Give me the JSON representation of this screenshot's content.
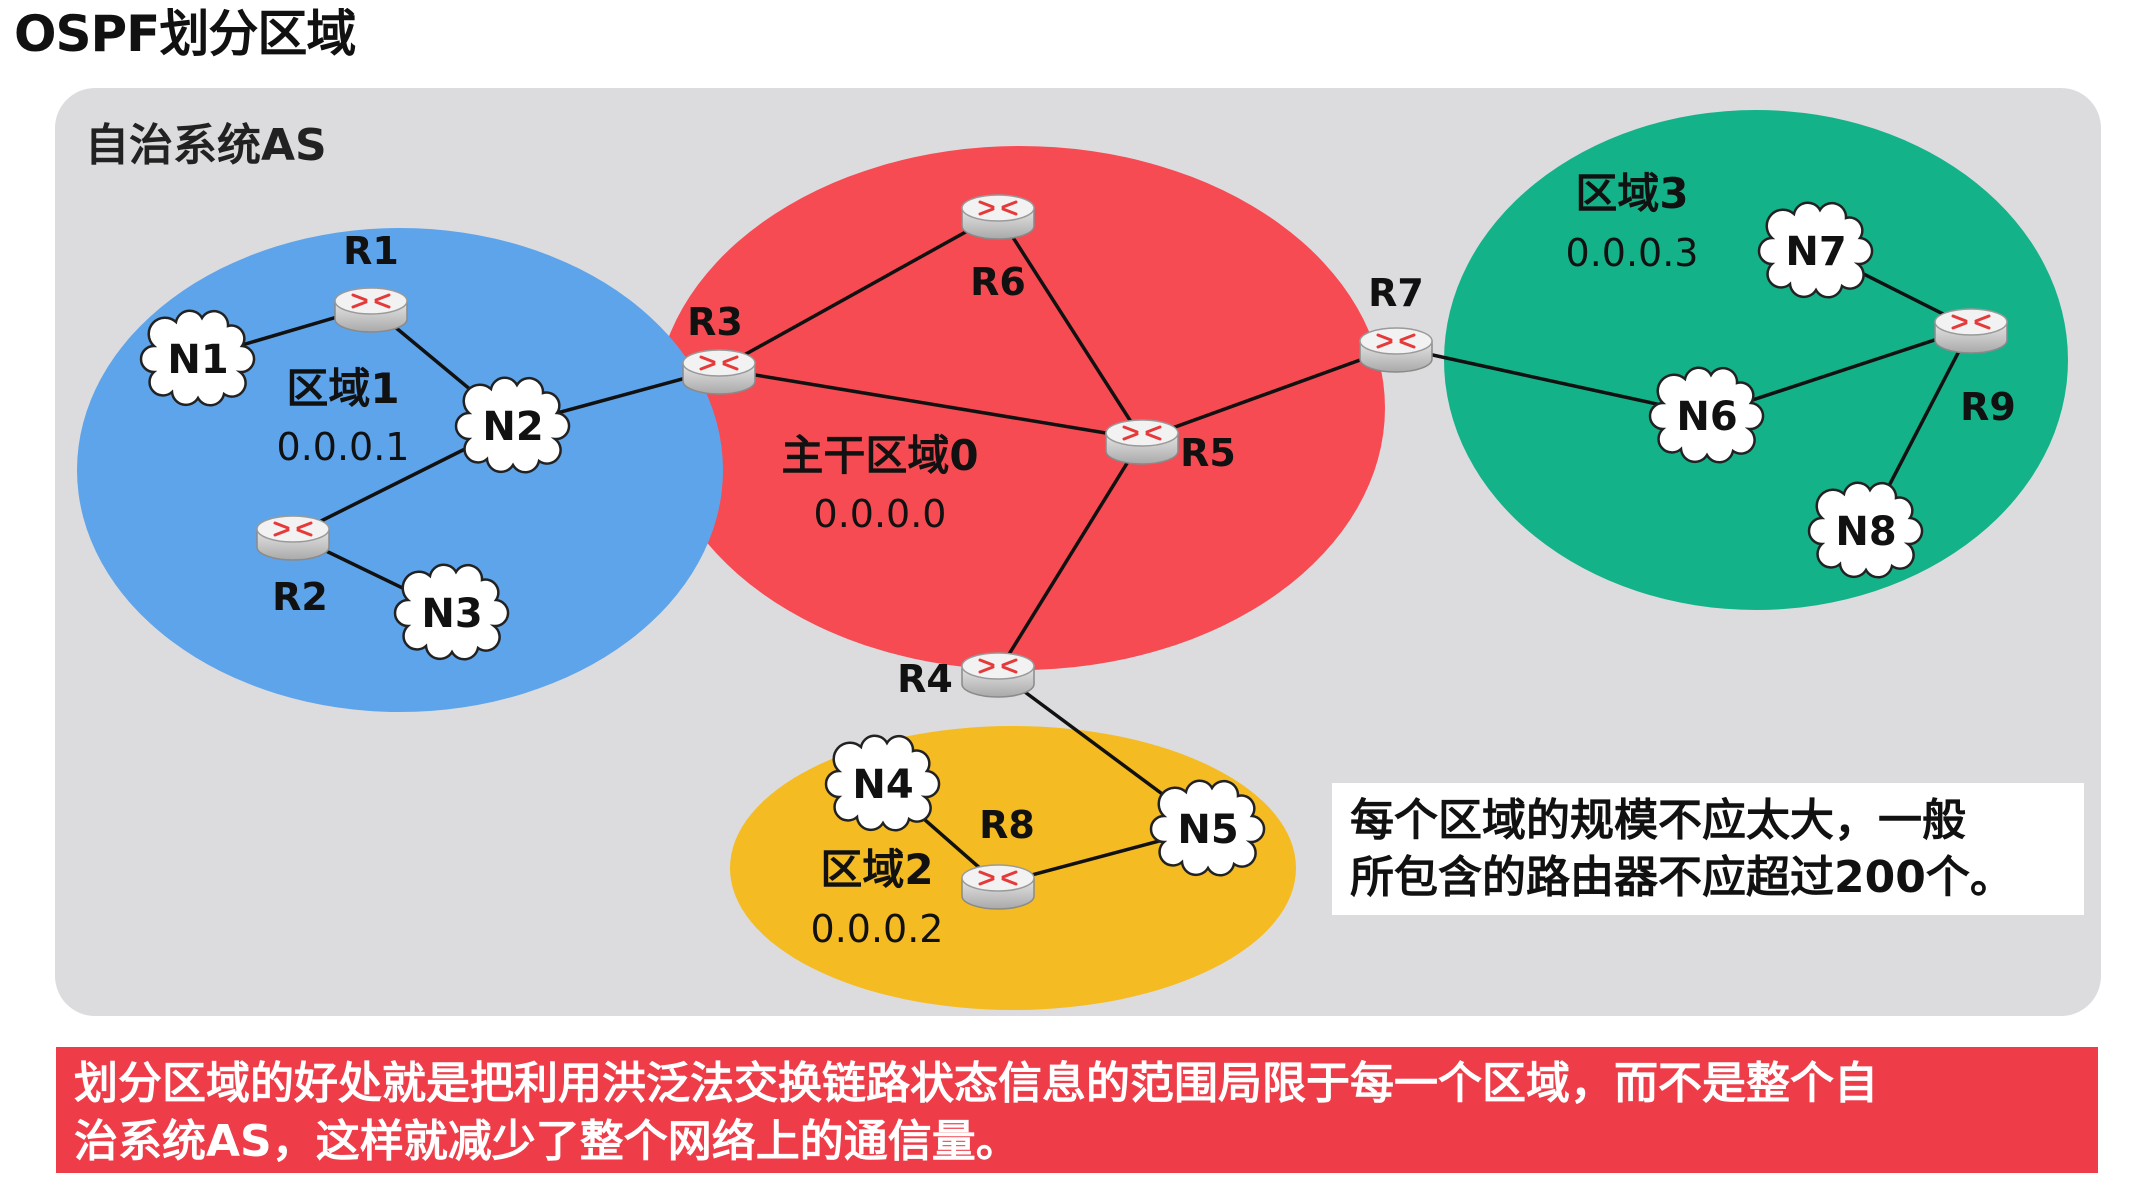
{
  "title": "OSPF划分区域",
  "as_label": "自治系统AS",
  "areas": {
    "area1": {
      "name": "区域1",
      "id": "0.0.0.1",
      "color": "#5ea4ea"
    },
    "area0": {
      "name": "主干区域0",
      "id": "0.0.0.0",
      "color": "#f64b52"
    },
    "area2": {
      "name": "区域2",
      "id": "0.0.0.2",
      "color": "#f4bb22"
    },
    "area3": {
      "name": "区域3",
      "id": "0.0.0.3",
      "color": "#14b289"
    }
  },
  "routers": {
    "R1": "R1",
    "R2": "R2",
    "R3": "R3",
    "R4": "R4",
    "R5": "R5",
    "R6": "R6",
    "R7": "R7",
    "R8": "R8",
    "R9": "R9"
  },
  "networks": {
    "N1": "N1",
    "N2": "N2",
    "N3": "N3",
    "N4": "N4",
    "N5": "N5",
    "N6": "N6",
    "N7": "N7",
    "N8": "N8"
  },
  "links": [
    [
      "N1",
      "R1"
    ],
    [
      "R1",
      "N2"
    ],
    [
      "N2",
      "R2"
    ],
    [
      "R2",
      "N3"
    ],
    [
      "N2",
      "R3"
    ],
    [
      "R3",
      "R6"
    ],
    [
      "R3",
      "R5"
    ],
    [
      "R6",
      "R5"
    ],
    [
      "R5",
      "R7"
    ],
    [
      "R5",
      "R4"
    ],
    [
      "R4",
      "N5"
    ],
    [
      "N5",
      "R8"
    ],
    [
      "R8",
      "N4"
    ],
    [
      "R7",
      "N6"
    ],
    [
      "N6",
      "R9"
    ],
    [
      "R9",
      "N7"
    ],
    [
      "R9",
      "N8"
    ]
  ],
  "info_box": {
    "line1": "每个区域的规模不应太大，一般",
    "line2": "所包含的路由器不应超过200个。"
  },
  "bottom_note": {
    "line1": "划分区域的好处就是把利用洪泛法交换链路状态信息的范围局限于每一个区域，而不是整个自",
    "line2": "治系统AS，这样就减少了整个网络上的通信量。"
  },
  "colors": {
    "as_background": "#dcdcdf",
    "note_background": "#ee3c48",
    "router_top": "#f2f2f2",
    "router_arrows": "#e63a3a"
  }
}
